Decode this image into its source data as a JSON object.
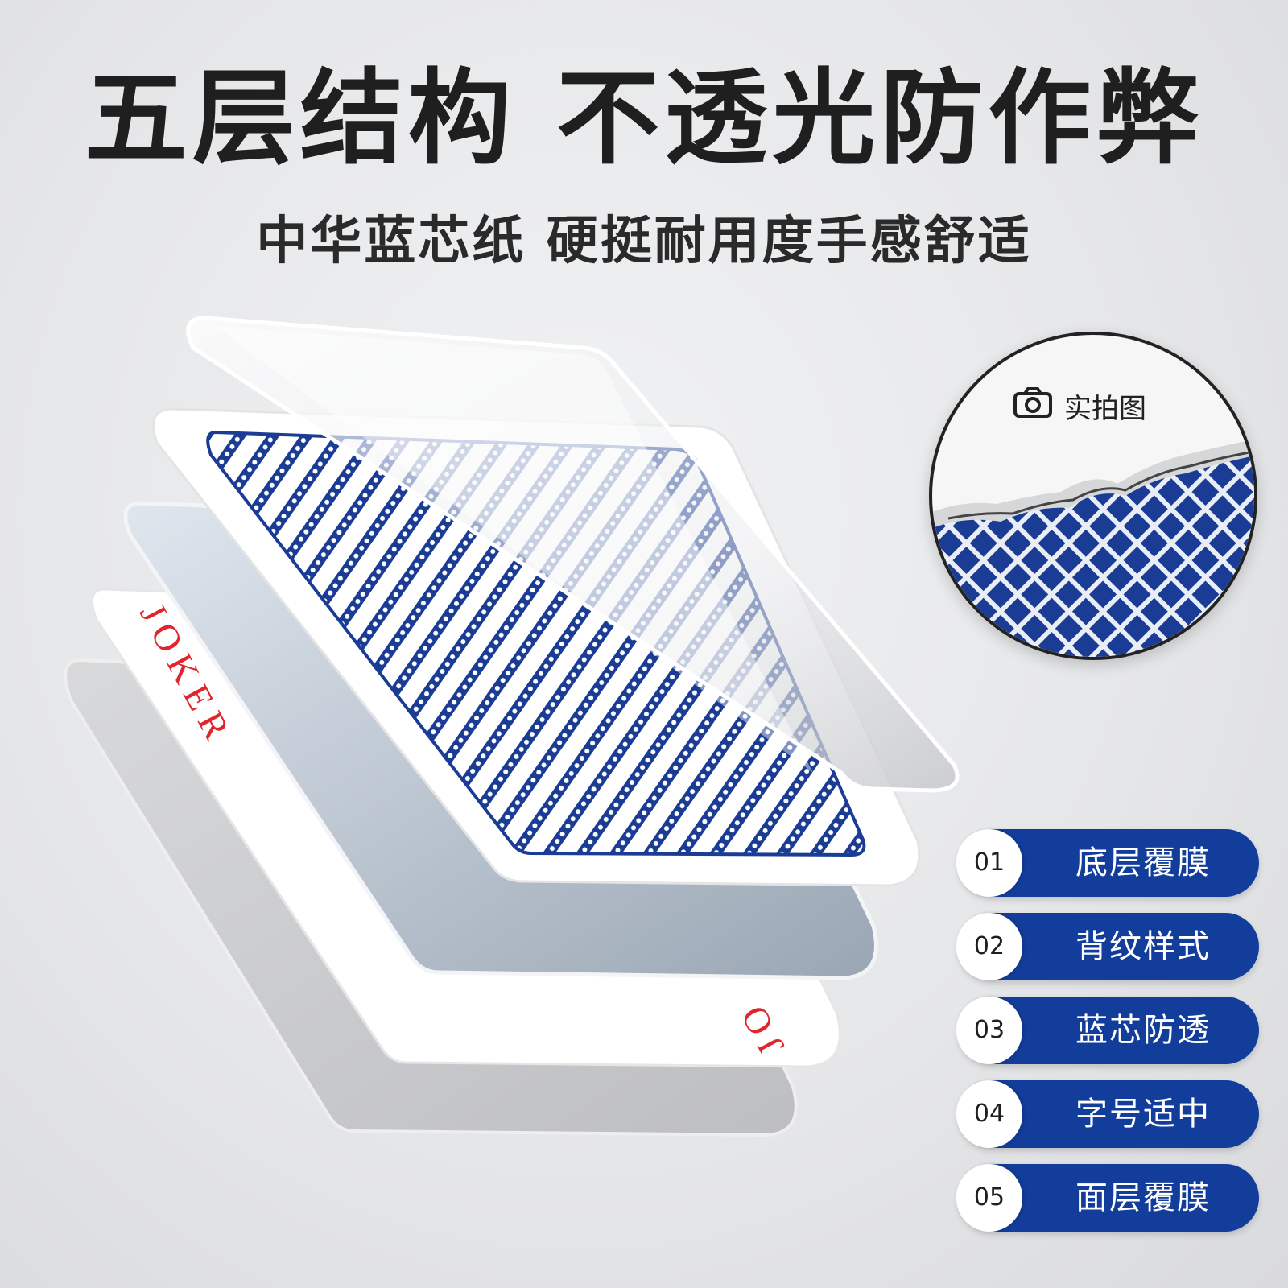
{
  "title": "五层结构 不透光防作弊",
  "subtitle": "中华蓝芯纸 硬挺耐用度手感舒适",
  "card": {
    "joker_text": "JOKER",
    "joker_text_bottom": "JO"
  },
  "photo": {
    "icon": "camera-icon",
    "label": "实拍图"
  },
  "legend": [
    {
      "num": "01",
      "label": "底层覆膜"
    },
    {
      "num": "02",
      "label": "背纹样式"
    },
    {
      "num": "03",
      "label": "蓝芯防透"
    },
    {
      "num": "04",
      "label": "字号适中"
    },
    {
      "num": "05",
      "label": "面层覆膜"
    }
  ],
  "colors": {
    "pattern_blue": "#1a3c94",
    "legend_blue": "#123d9b",
    "joker_red": "#e0262c"
  }
}
